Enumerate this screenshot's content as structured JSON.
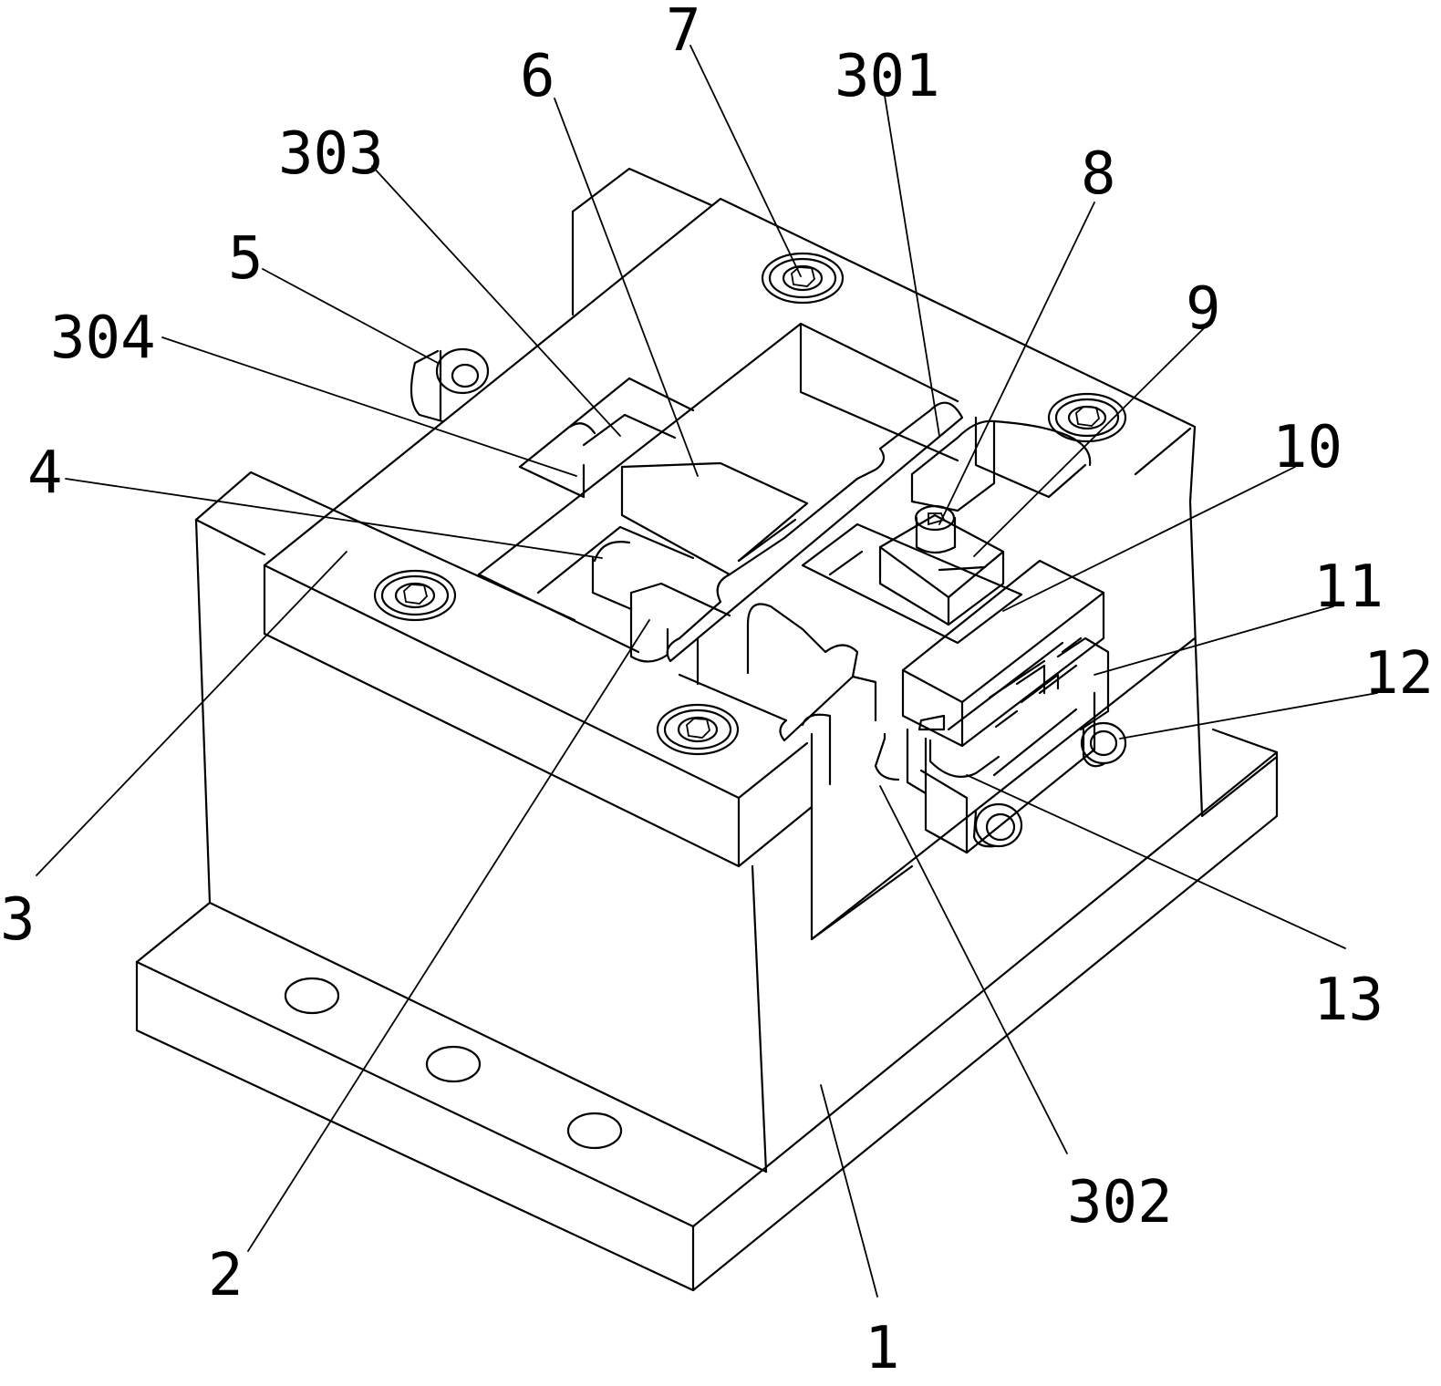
{
  "labels": [
    {
      "id": "1",
      "text": "1"
    },
    {
      "id": "2",
      "text": "2"
    },
    {
      "id": "3",
      "text": "3"
    },
    {
      "id": "4",
      "text": "4"
    },
    {
      "id": "5",
      "text": "5"
    },
    {
      "id": "6",
      "text": "6"
    },
    {
      "id": "7",
      "text": "7"
    },
    {
      "id": "8",
      "text": "8"
    },
    {
      "id": "9",
      "text": "9"
    },
    {
      "id": "10",
      "text": "10"
    },
    {
      "id": "11",
      "text": "11"
    },
    {
      "id": "12",
      "text": "12"
    },
    {
      "id": "13",
      "text": "13"
    },
    {
      "id": "301",
      "text": "301"
    },
    {
      "id": "302",
      "text": "302"
    },
    {
      "id": "303",
      "text": "303"
    },
    {
      "id": "304",
      "text": "304"
    }
  ]
}
